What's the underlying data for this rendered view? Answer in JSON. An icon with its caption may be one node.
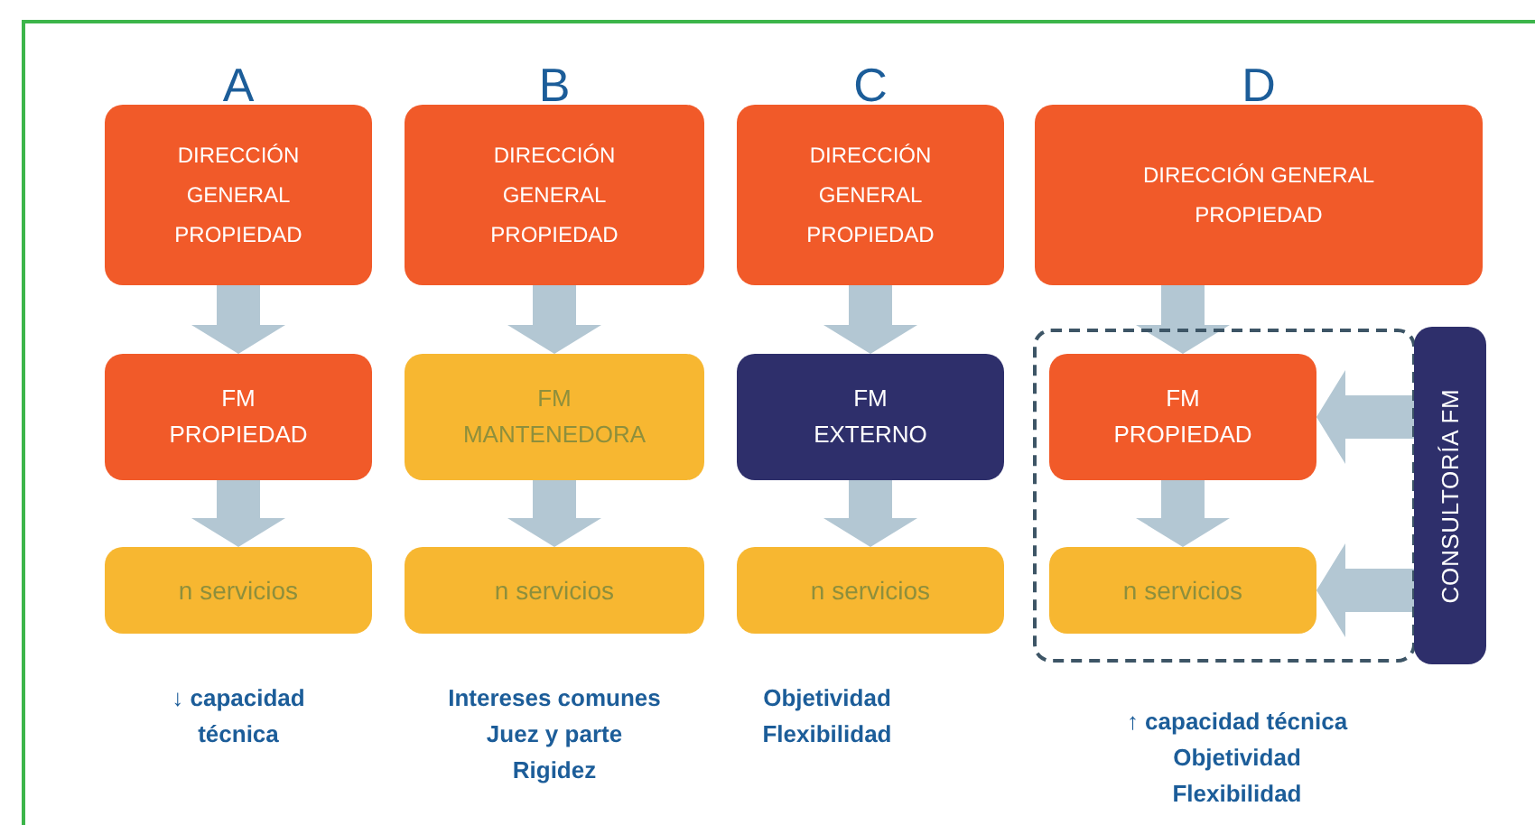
{
  "diagram": {
    "nodes": [
      {
        "text": [
          "DIRECCIÓN GENERAL PROPIEDAD"
        ]
      },
      {
        "text": [
          "FM PROPIEDAD"
        ]
      },
      {
        "text": [
          "n servicios"
        ]
      },
      {
        "text": [
          "DIRECCIÓN GENERAL PROPIEDAD"
        ]
      },
      {
        "text": [
          "FM MANTENEDORA"
        ]
      },
      {
        "text": [
          "n servicios"
        ]
      },
      {
        "text": [
          "DIRECCIÓN GENERAL PROPIEDAD"
        ]
      },
      {
        "text": [
          "FM EXTERNO"
        ]
      },
      {
        "text": [
          "n servicios"
        ]
      },
      {
        "text": [
          "DIRECCIÓN GENERAL PROPIEDAD"
        ]
      },
      {
        "text": [],
        "shape": "box"
      },
      {
        "text": [
          "FM PROPIEDAD"
        ],
        "in": 10
      },
      {
        "text": [
          "n servicios"
        ],
        "in": 10
      },
      {
        "text": [
          "CONSULTORÍA FM"
        ]
      }
    ],
    "edges": [
      {
        "from": 0,
        "to": 1,
        "arrow": "to"
      },
      {
        "from": 1,
        "to": 2,
        "arrow": "to"
      },
      {
        "from": 3,
        "to": 4,
        "arrow": "to"
      },
      {
        "from": 4,
        "to": 5,
        "arrow": "to"
      },
      {
        "from": 6,
        "to": 7,
        "arrow": "to"
      },
      {
        "from": 7,
        "to": 8,
        "arrow": "to"
      },
      {
        "from": 9,
        "to": 11,
        "arrow": "to"
      },
      {
        "from": 11,
        "to": 12,
        "arrow": "to"
      },
      {
        "from": 13,
        "to": 11,
        "arrow": "to"
      },
      {
        "from": 13,
        "to": 12,
        "arrow": "to"
      }
    ],
    "labels": [
      "A",
      "B",
      "C",
      "D",
      "↓ capacidad técnica",
      "Intereses comunes",
      "Juez y parte",
      "Rigidez",
      "Objetividad",
      "Flexibilidad",
      "↑ capacidad técnica",
      "Objetividad",
      "Flexibilidad"
    ]
  }
}
